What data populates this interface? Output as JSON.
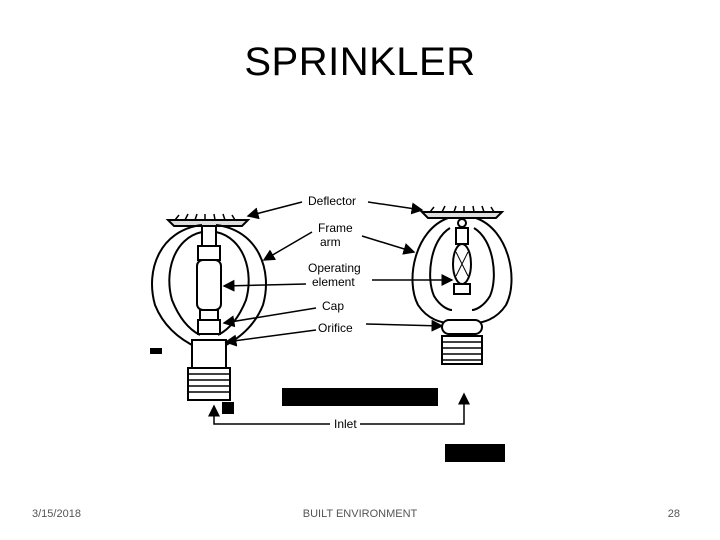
{
  "slide": {
    "title": "SPRINKLER"
  },
  "diagram": {
    "labels": {
      "deflector": "Deflector",
      "frame_arm_1": "Frame",
      "frame_arm_2": "arm",
      "operating_1": "Operating",
      "operating_2": "element",
      "cap": "Cap",
      "orifice": "Orifice",
      "inlet": "Inlet"
    }
  },
  "footer": {
    "date": "3/15/2018",
    "center": "BUILT ENVIRONMENT",
    "page": "28"
  }
}
